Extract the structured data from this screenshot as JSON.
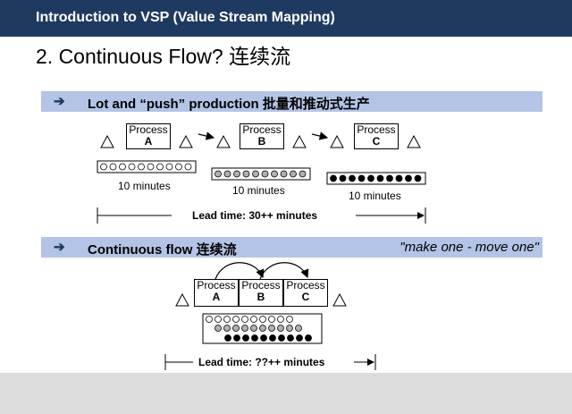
{
  "header": {
    "title": "Introduction to VSP (Value Stream Mapping)"
  },
  "slide": {
    "title": "2. Continuous Flow? 连续流"
  },
  "lot_section": {
    "bullet": "➔",
    "title": "Lot and “push” production 批量和推动式生产",
    "processes": [
      {
        "name": "Process",
        "letter": "A"
      },
      {
        "name": "Process",
        "letter": "B"
      },
      {
        "name": "Process",
        "letter": "C"
      }
    ],
    "batches": [
      {
        "time": "10 minutes",
        "fill": "#ffffff"
      },
      {
        "time": "10 minutes",
        "fill": "#b0b0b0"
      },
      {
        "time": "10 minutes",
        "fill": "#000000"
      }
    ],
    "lead_time": "Lead time: 30++ minutes"
  },
  "flow_section": {
    "bullet": "➔",
    "title": "Continuous flow   连续流",
    "quote": "\"make one - move one\"",
    "processes": [
      {
        "name": "Process",
        "letter": "A"
      },
      {
        "name": "Process",
        "letter": "B"
      },
      {
        "name": "Process",
        "letter": "C"
      }
    ],
    "lead_time": "Lead time: ??++ minutes"
  },
  "colors": {
    "header": "#1f3a60",
    "band": "#b3c4e6",
    "footer": "#dcdcdc"
  }
}
